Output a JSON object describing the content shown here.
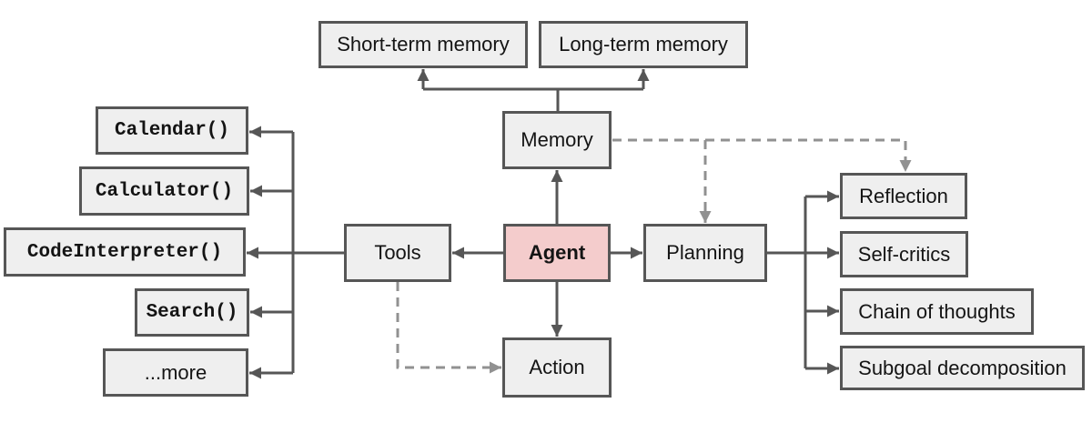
{
  "colors": {
    "bg": "#ffffff",
    "node-fill": "#efefef",
    "node-border": "#565656",
    "agent-fill": "#f4cccc",
    "line": "#565656",
    "dashed-line": "#919191",
    "text": "#141414"
  },
  "nodes": {
    "agent": {
      "label": "Agent"
    },
    "memory": {
      "label": "Memory"
    },
    "tools": {
      "label": "Tools"
    },
    "planning": {
      "label": "Planning"
    },
    "action": {
      "label": "Action"
    },
    "short_term_memory": {
      "label": "Short-term memory"
    },
    "long_term_memory": {
      "label": "Long-term memory"
    },
    "calendar": {
      "label": "Calendar()"
    },
    "calculator": {
      "label": "Calculator()"
    },
    "code_interpreter": {
      "label": "CodeInterpreter()"
    },
    "search": {
      "label": "Search()"
    },
    "more": {
      "label": "...more"
    },
    "reflection": {
      "label": "Reflection"
    },
    "self_critics": {
      "label": "Self-critics"
    },
    "chain_of_thoughts": {
      "label": "Chain of thoughts"
    },
    "subgoal_decomposition": {
      "label": "Subgoal decomposition"
    }
  },
  "edges": [
    {
      "from": "memory",
      "to": "short_term_memory",
      "style": "solid"
    },
    {
      "from": "memory",
      "to": "long_term_memory",
      "style": "solid"
    },
    {
      "from": "agent",
      "to": "memory",
      "style": "solid"
    },
    {
      "from": "agent",
      "to": "tools",
      "style": "solid"
    },
    {
      "from": "agent",
      "to": "planning",
      "style": "solid"
    },
    {
      "from": "agent",
      "to": "action",
      "style": "solid"
    },
    {
      "from": "tools",
      "to": "calendar",
      "style": "solid"
    },
    {
      "from": "tools",
      "to": "calculator",
      "style": "solid"
    },
    {
      "from": "tools",
      "to": "code_interpreter",
      "style": "solid"
    },
    {
      "from": "tools",
      "to": "search",
      "style": "solid"
    },
    {
      "from": "tools",
      "to": "more",
      "style": "solid"
    },
    {
      "from": "planning",
      "to": "reflection",
      "style": "solid"
    },
    {
      "from": "planning",
      "to": "self_critics",
      "style": "solid"
    },
    {
      "from": "planning",
      "to": "chain_of_thoughts",
      "style": "solid"
    },
    {
      "from": "planning",
      "to": "subgoal_decomposition",
      "style": "solid"
    },
    {
      "from": "memory",
      "to": "planning",
      "style": "dashed"
    },
    {
      "from": "memory",
      "to": "reflection",
      "style": "dashed"
    },
    {
      "from": "tools",
      "to": "action",
      "style": "dashed"
    }
  ]
}
